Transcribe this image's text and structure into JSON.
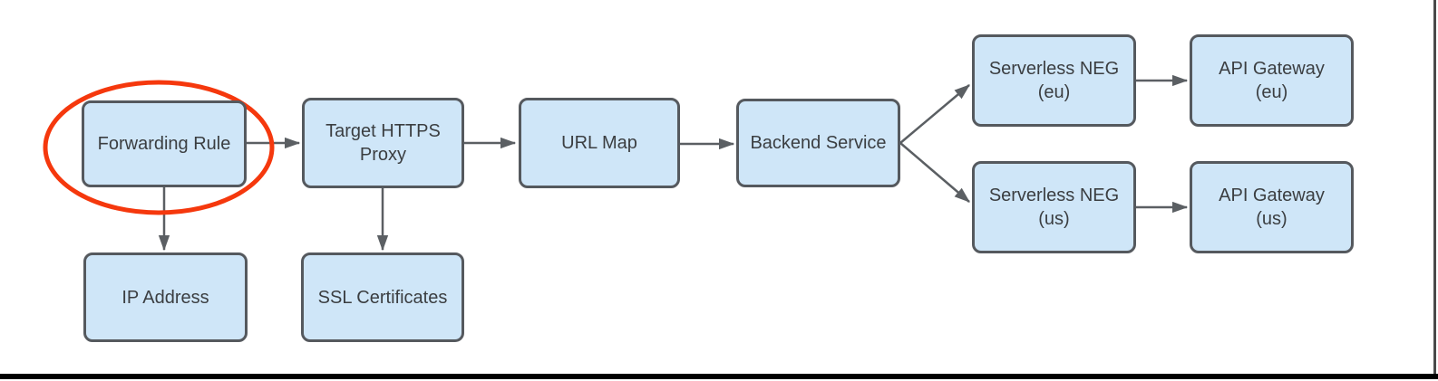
{
  "diagram": {
    "nodes": [
      {
        "id": "forwarding-rule",
        "label": "Forwarding Rule"
      },
      {
        "id": "target-https-proxy",
        "label": "Target HTTPS\nProxy"
      },
      {
        "id": "url-map",
        "label": "URL Map"
      },
      {
        "id": "backend-service",
        "label": "Backend Service"
      },
      {
        "id": "serverless-neg-eu",
        "label": "Serverless NEG\n(eu)"
      },
      {
        "id": "api-gateway-eu",
        "label": "API Gateway\n(eu)"
      },
      {
        "id": "serverless-neg-us",
        "label": "Serverless NEG\n(us)"
      },
      {
        "id": "api-gateway-us",
        "label": "API Gateway\n(us)"
      },
      {
        "id": "ip-address",
        "label": "IP Address"
      },
      {
        "id": "ssl-certificates",
        "label": "SSL Certificates"
      }
    ],
    "edges": [
      {
        "from": "forwarding-rule",
        "to": "target-https-proxy"
      },
      {
        "from": "target-https-proxy",
        "to": "url-map"
      },
      {
        "from": "url-map",
        "to": "backend-service"
      },
      {
        "from": "backend-service",
        "to": "serverless-neg-eu"
      },
      {
        "from": "backend-service",
        "to": "serverless-neg-us"
      },
      {
        "from": "serverless-neg-eu",
        "to": "api-gateway-eu"
      },
      {
        "from": "serverless-neg-us",
        "to": "api-gateway-us"
      },
      {
        "from": "forwarding-rule",
        "to": "ip-address"
      },
      {
        "from": "target-https-proxy",
        "to": "ssl-certificates"
      }
    ],
    "annotation": {
      "type": "ellipse",
      "highlights": "forwarding-rule"
    },
    "colors": {
      "node_fill": "#cfe6f8",
      "node_border": "#55595e",
      "text": "#3b3e41",
      "arrow": "#5b5f63",
      "highlight": "#f5380d",
      "bottom_bar": "#000000",
      "right_edge": "#4a4a4a"
    }
  }
}
